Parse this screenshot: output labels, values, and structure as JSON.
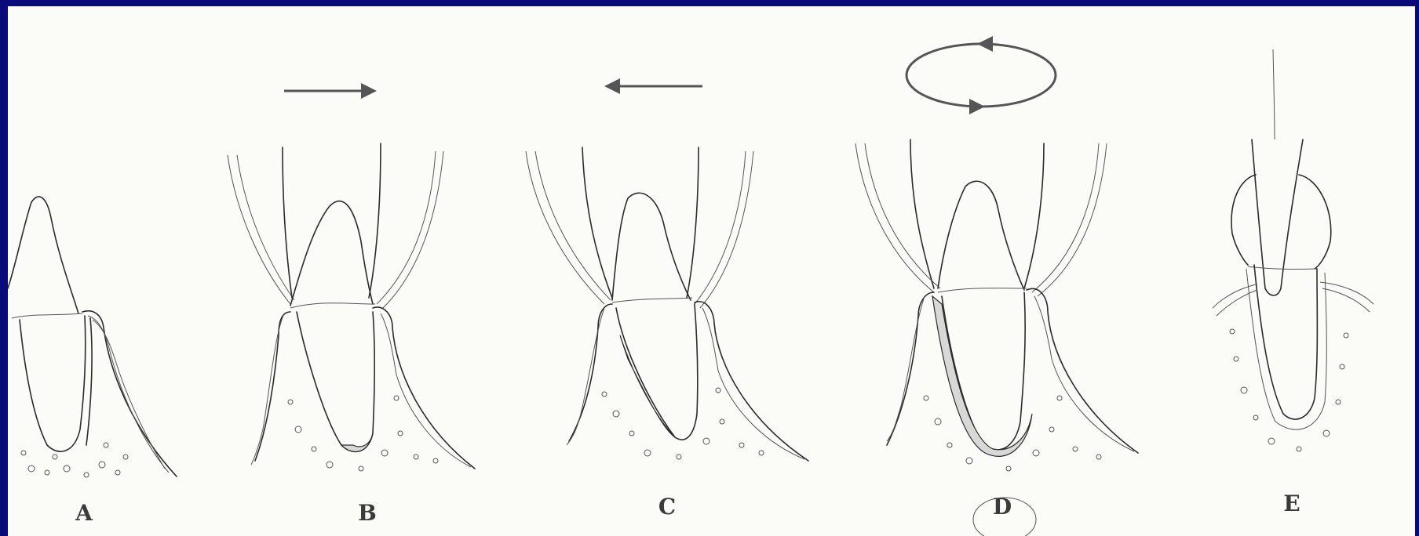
{
  "panels": [
    {
      "label": "A",
      "motion": "none"
    },
    {
      "label": "B",
      "motion": "right-arrow"
    },
    {
      "label": "C",
      "motion": "left-arrow"
    },
    {
      "label": "D",
      "motion": "rotation"
    },
    {
      "label": "E",
      "motion": "none"
    }
  ]
}
